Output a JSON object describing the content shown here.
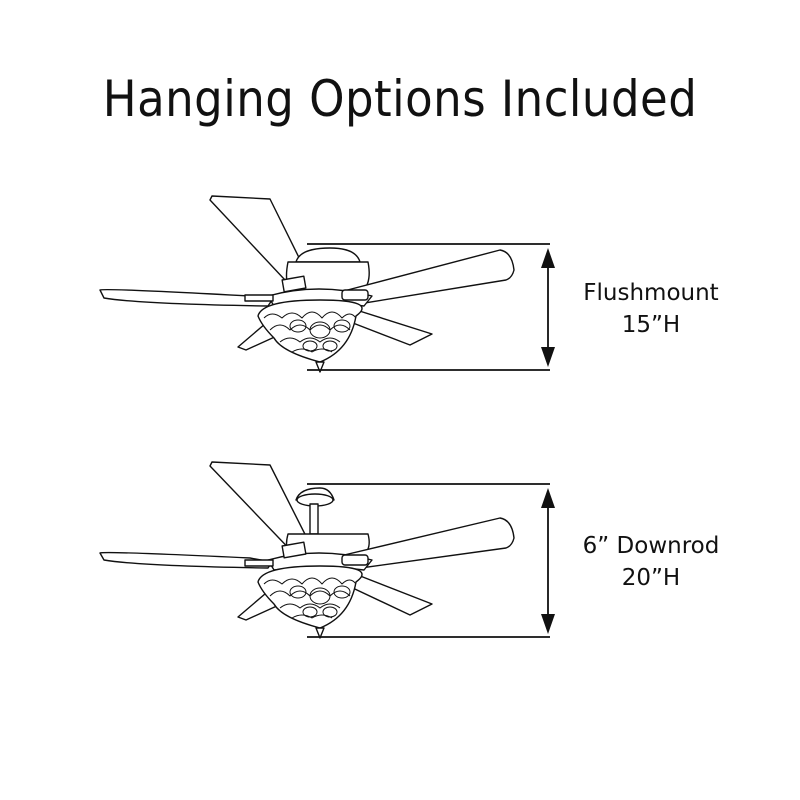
{
  "title": "Hanging Options Included",
  "options": [
    {
      "name": "Flushmount",
      "height": "15”H",
      "mount_type": "flushmount"
    },
    {
      "name": "6” Downrod",
      "height": "20”H",
      "mount_type": "downrod"
    }
  ],
  "colors": {
    "background": "#ffffff",
    "line": "#111111"
  }
}
